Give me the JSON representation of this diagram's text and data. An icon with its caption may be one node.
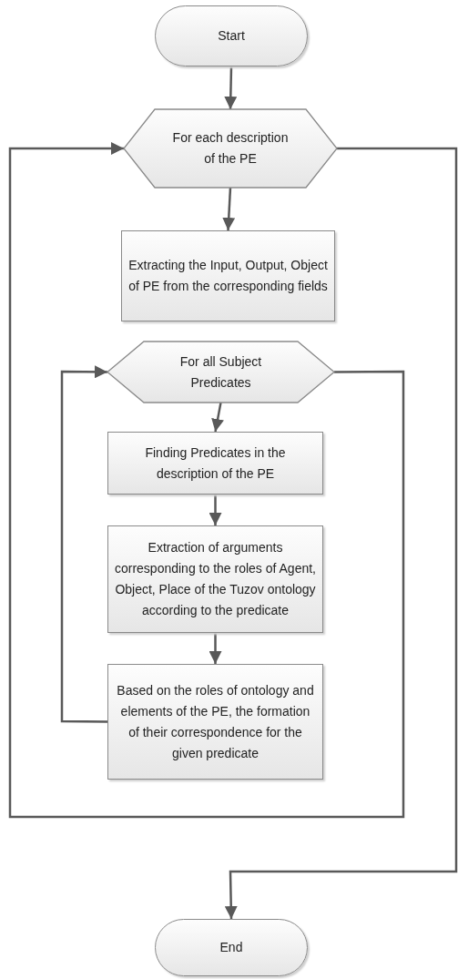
{
  "diagram": {
    "nodes": [
      {
        "text": [
          "Start"
        ]
      },
      {
        "text": [
          "For each description of the PE"
        ]
      },
      {
        "text": [
          "Extracting the Input, Output, Object of PE from the corresponding fields"
        ]
      },
      {
        "text": [
          "For all Subject Predicates"
        ]
      },
      {
        "text": [
          "Finding Predicates in the description of the PE"
        ]
      },
      {
        "text": [
          "Extraction of arguments corresponding to the roles of Agent, Object, Place of the Tuzov ontology according to the predicate"
        ]
      },
      {
        "text": [
          "Based on the roles of ontology and elements of the PE, the formation of their correspondence for the given predicate"
        ]
      },
      {
        "text": [
          "End"
        ]
      }
    ],
    "edges": [
      {
        "from": 0,
        "to": 1,
        "arrow": "to"
      },
      {
        "from": 1,
        "to": 2,
        "arrow": "to"
      },
      {
        "from": 3,
        "to": 4,
        "arrow": "to"
      },
      {
        "from": 4,
        "to": 5,
        "arrow": "to"
      },
      {
        "from": 5,
        "to": 6,
        "arrow": "to"
      },
      {
        "from": 6,
        "to": 3,
        "arrow": "to"
      },
      {
        "from": 3,
        "to": 1,
        "arrow": "to"
      },
      {
        "from": 1,
        "to": 7,
        "arrow": "to"
      }
    ]
  }
}
